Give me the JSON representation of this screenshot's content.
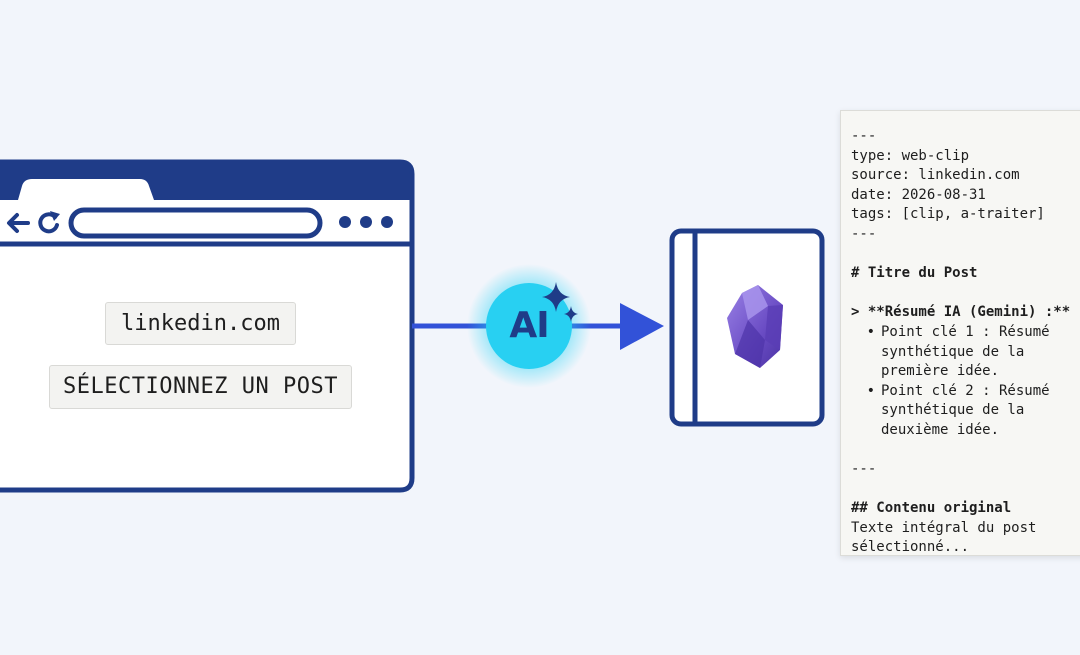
{
  "browser": {
    "domain_label": "linkedin.com",
    "cta_label": "SÉLECTIONNEZ UN POST"
  },
  "ai_badge": {
    "label": "AI"
  },
  "note": {
    "frontmatter_open": "---",
    "type_line": "type: web-clip",
    "source_line": "source: linkedin.com",
    "date_line": "date: 2026-08-31",
    "tags_line": "tags: [clip, a-traiter]",
    "frontmatter_close": "---",
    "title_line": "# Titre du Post",
    "summary_heading": "> **Résumé IA (Gemini) :**",
    "bullets": [
      "Point clé 1 : Résumé synthétique de la première idée.",
      "Point clé 2 : Résumé synthétique de la deuxième idée."
    ],
    "separator": "---",
    "original_heading": "## Contenu original",
    "original_body_1": "Texte intégral du post",
    "original_body_2": "sélectionné..."
  },
  "colors": {
    "primary_navy": "#1f3c88",
    "arrow_blue": "#3252d8",
    "ai_glow": "#1fd0f0",
    "obsidian_purple": "#6f4fc7",
    "background": "#f2f5fb"
  }
}
